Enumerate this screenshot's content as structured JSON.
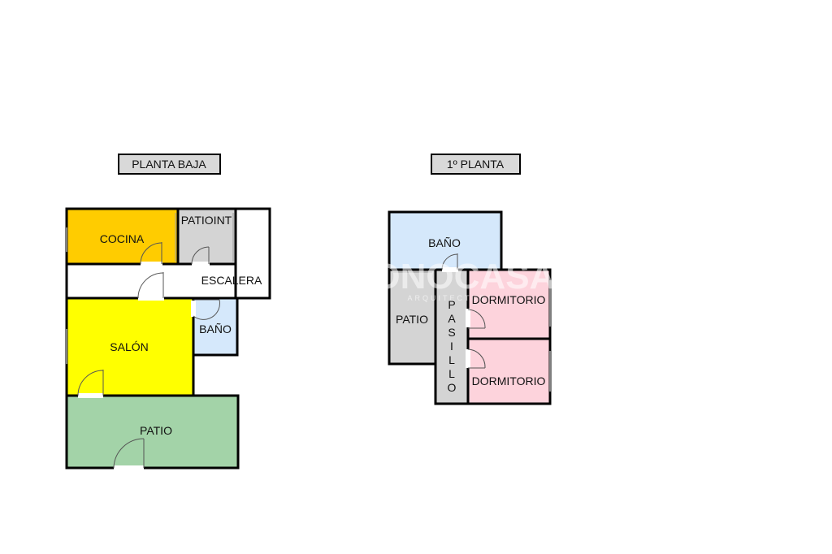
{
  "titles": {
    "ground": "PLANTA BAJA",
    "first": "1º PLANTA"
  },
  "ground_floor": {
    "cocina": "COCINA",
    "patio_interior": "PATIOINT",
    "escalera": "ESCALERA",
    "salon": "SALÓN",
    "bano": "BAÑO",
    "patio": "PATIO"
  },
  "first_floor": {
    "bano": "BAÑO",
    "patio": "PATIO",
    "pasillo": [
      "P",
      "A",
      "S",
      "I",
      "L",
      "L",
      "O"
    ],
    "dormitorio_1": "DORMITORIO",
    "dormitorio_2": "DORMITORIO"
  },
  "watermark": {
    "brand": "CONOCASA",
    "sub": "ARQUITECTURA"
  },
  "colors": {
    "cocina": "#ffcc00",
    "salon": "#ffff00",
    "patio_green": "#a3d3a8",
    "gray": "#d4d4d4",
    "bano_blue": "#d5e8fb",
    "dormitorio_pink": "#fdd3dc",
    "white": "#ffffff"
  }
}
